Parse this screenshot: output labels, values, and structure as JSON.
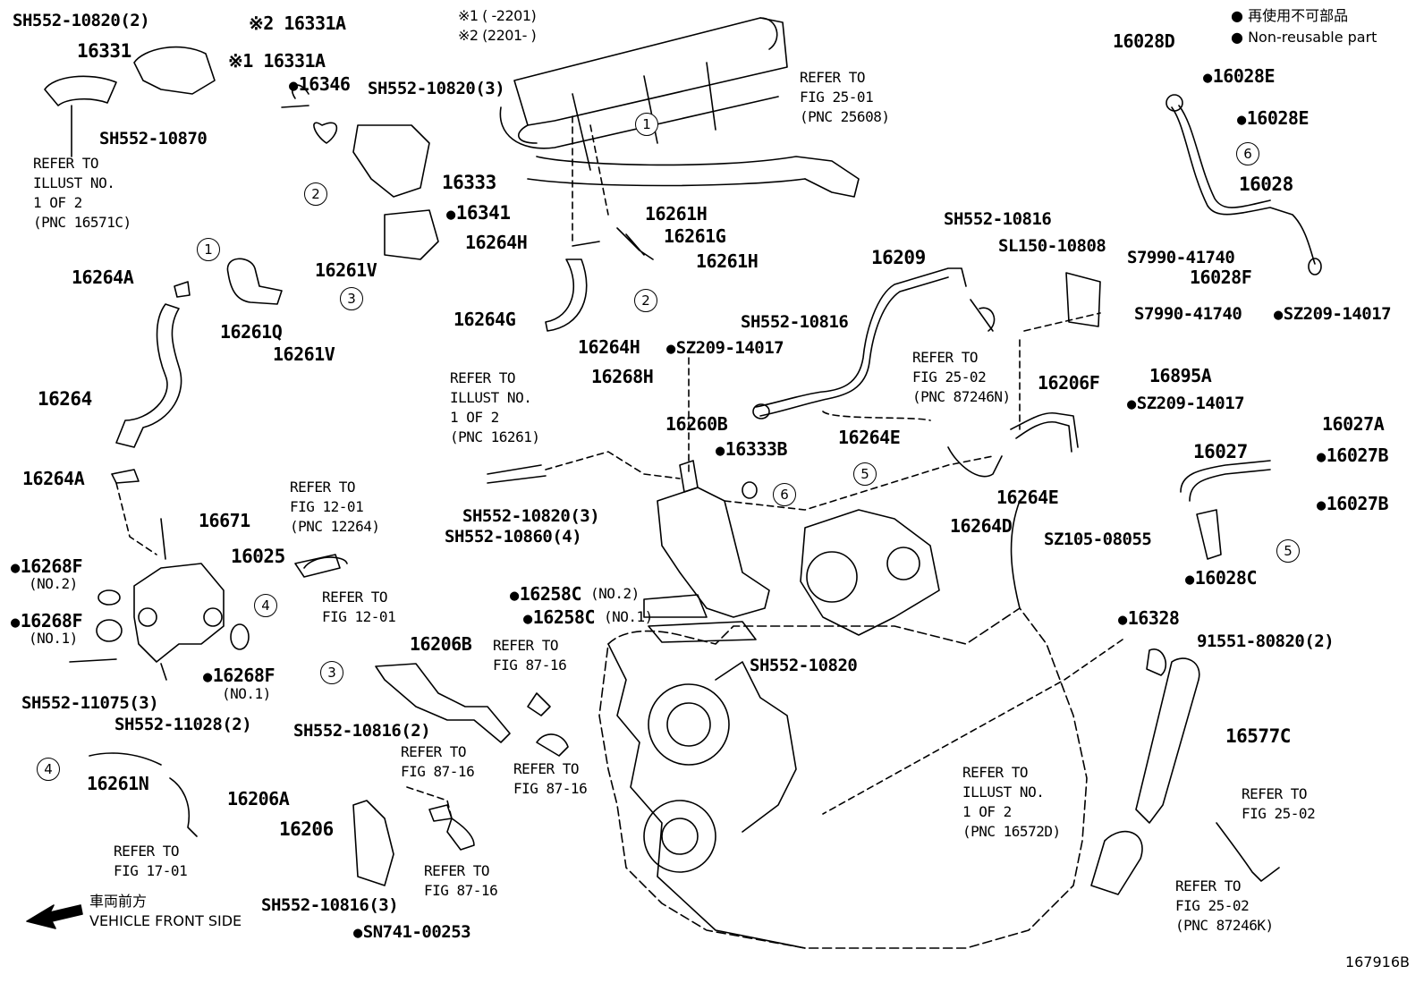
{
  "legend": {
    "jp": "再使用不可部品",
    "en": "Non-reusable part",
    "note1": "※1 (      -2201)",
    "note2": "※2 (2201-      )"
  },
  "parts": {
    "sh552_10820_2": "SH552-10820(2)",
    "p16331": "16331",
    "p16331a_2": "※2 16331A",
    "p16331a_1": "※1 16331A",
    "p16346": "16346",
    "sh552_10820_3a": "SH552-10820(3)",
    "sh552_10870": "SH552-10870",
    "p16333": "16333",
    "p16341": "16341",
    "p16264a_1": "16264A",
    "p16261v_1": "16261V",
    "p16261q": "16261Q",
    "p16261v_2": "16261V",
    "p16264": "16264",
    "p16264a_2": "16264A",
    "p16671": "16671",
    "p16025": "16025",
    "p16268f_no2": "16268F",
    "no2": "(NO.2)",
    "p16268f_no1a": "16268F",
    "no1a": "(NO.1)",
    "p16268f_no1b": "16268F",
    "no1b": "(NO.1)",
    "sh552_11075": "SH552-11075(3)",
    "sh552_11028": "SH552-11028(2)",
    "p16261h_1": "16261H",
    "p16264h_1": "16264H",
    "p16261g": "16261G",
    "p16261h_2": "16261H",
    "p16264g": "16264G",
    "p16264h_2": "16264H",
    "p16268h": "16268H",
    "sz209_14017_a": "SZ209-14017",
    "sh552_10816_a": "SH552-10816",
    "sh552_10816_b": "SH552-10816",
    "sl150_10808": "SL150-10808",
    "p16209": "16209",
    "s7990_a": "S7990-41740",
    "s7990_b": "S7990-41740",
    "p16260b": "16260B",
    "p16333b": "16333B",
    "sh552_10820_3b": "SH552-10820(3)",
    "sh552_10860": "SH552-10860(4)",
    "p16258c_no2": "16258C",
    "no2b": "(NO.2)",
    "p16258c_no1": "16258C",
    "no1c": "(NO.1)",
    "sh552_10820_c": "SH552-10820",
    "p16264e_1": "16264E",
    "p16264e_2": "16264E",
    "p16264d": "16264D",
    "p16206f": "16206F",
    "p16895a": "16895A",
    "sz209_14017_b": "SZ209-14017",
    "p16028d": "16028D",
    "p16028e_1": "16028E",
    "p16028e_2": "16028E",
    "p16028": "16028",
    "p16028f": "16028F",
    "sz209_14017_c": "SZ209-14017",
    "p16027a": "16027A",
    "p16027": "16027",
    "p16027b_1": "16027B",
    "p16027b_2": "16027B",
    "sz105_08055": "SZ105-08055",
    "p16028c": "16028C",
    "p16328": "16328",
    "p91551": "91551-80820(2)",
    "p16577c": "16577C",
    "p16206b": "16206B",
    "sh552_10816_2": "SH552-10816(2)",
    "p16261n": "16261N",
    "p16206a": "16206A",
    "p16206": "16206",
    "sh552_10816_3": "SH552-10816(3)",
    "sn741_00253": "SN741-00253"
  },
  "refs": {
    "r_illust_16571c": [
      "REFER TO",
      "ILLUST NO.",
      "1 OF 2",
      "(PNC 16571C)"
    ],
    "r_fig25_01": [
      "REFER TO",
      "FIG 25-01",
      "(PNC 25608)"
    ],
    "r_fig25_02a": [
      "REFER TO",
      "FIG 25-02",
      "(PNC 87246N)"
    ],
    "r_illust_16261": [
      "REFER TO",
      "ILLUST NO.",
      "1 OF 2",
      "(PNC 16261)"
    ],
    "r_fig12_01a": [
      "REFER TO",
      "FIG 12-01",
      "(PNC 12264)"
    ],
    "r_fig12_01b": [
      "REFER TO",
      "FIG 12-01"
    ],
    "r_fig87_16a": [
      "REFER TO",
      "FIG 87-16"
    ],
    "r_fig87_16b": [
      "REFER TO",
      "FIG 87-16"
    ],
    "r_fig87_16c": [
      "REFER TO",
      "FIG 87-16"
    ],
    "r_fig87_16d": [
      "REFER TO",
      "FIG 87-16"
    ],
    "r_fig17_01": [
      "REFER TO",
      "FIG 17-01"
    ],
    "r_illust_16572d": [
      "REFER TO",
      "ILLUST NO.",
      "1 OF 2",
      "(PNC 16572D)"
    ],
    "r_fig25_02b": [
      "REFER TO",
      "FIG 25-02"
    ],
    "r_fig25_02c": [
      "REFER TO",
      "FIG 25-02",
      "(PNC 87246K)"
    ]
  },
  "front": {
    "jp": "車両前方",
    "en": "VEHICLE FRONT SIDE"
  },
  "circles": [
    "1",
    "2",
    "3",
    "1",
    "2",
    "3",
    "4",
    "5",
    "6",
    "6",
    "5",
    "4"
  ],
  "figure_id": "167916B"
}
